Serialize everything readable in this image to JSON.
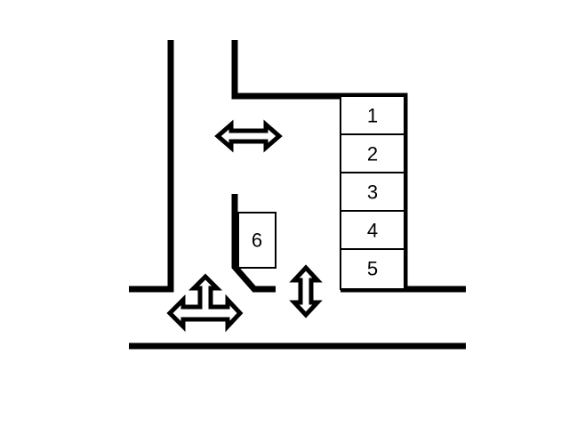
{
  "diagram": {
    "colors": {
      "line": "#000000",
      "background": "#ffffff"
    },
    "stack_slots": [
      "1",
      "2",
      "3",
      "4",
      "5"
    ],
    "side_slot": "6",
    "arrows": [
      {
        "name": "horizontal-double-arrow-icon",
        "kind": "horizontal"
      },
      {
        "name": "vertical-double-arrow-icon",
        "kind": "vertical"
      },
      {
        "name": "three-way-arrow-icon",
        "kind": "left-right-up"
      }
    ]
  }
}
